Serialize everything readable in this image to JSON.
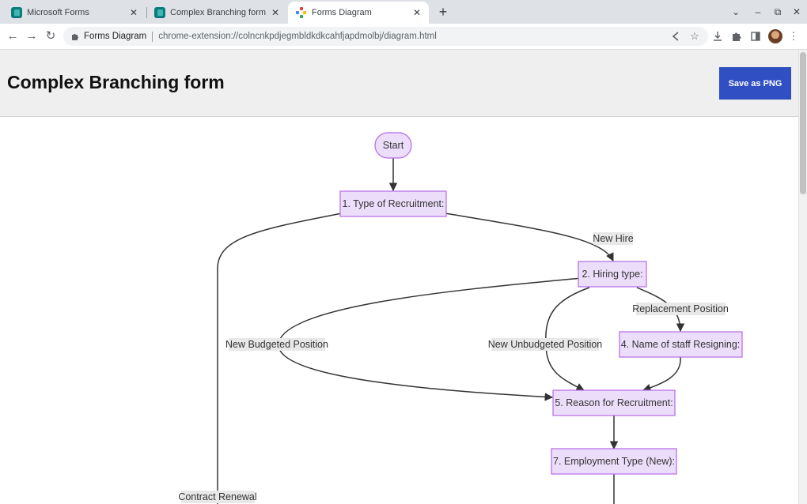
{
  "browser": {
    "tabs": [
      {
        "label": "Microsoft Forms",
        "icon": "forms-icon"
      },
      {
        "label": "Complex Branching form",
        "icon": "forms-icon"
      },
      {
        "label": "Forms Diagram",
        "icon": "diagram-icon",
        "active": true
      }
    ],
    "address": {
      "site": "Forms Diagram",
      "url": "chrome-extension://colncnkpdjegmbldkdkcahfjapdmolbj/diagram.html"
    }
  },
  "page": {
    "title": "Complex Branching form",
    "save_button": "Save as PNG"
  },
  "diagram": {
    "nodes": {
      "start": "Start",
      "q1": "1. Type of Recruitment:",
      "q2": "2. Hiring type:",
      "q4": "4. Name of staff Resigning:",
      "q5": "5. Reason for Recruitment:",
      "q7": "7. Employment Type (New):"
    },
    "edge_labels": {
      "new_hire": "New Hire",
      "replacement": "Replacement Position",
      "new_budgeted": "New Budgeted Position",
      "new_unbudgeted": "New Unbudgeted Position",
      "contract_renewal": "Contract Renewal"
    },
    "colors": {
      "node_fill": "#ecdefa",
      "node_stroke": "#b36ae6",
      "edge": "#333333",
      "save_button": "#2f4fc2"
    }
  }
}
